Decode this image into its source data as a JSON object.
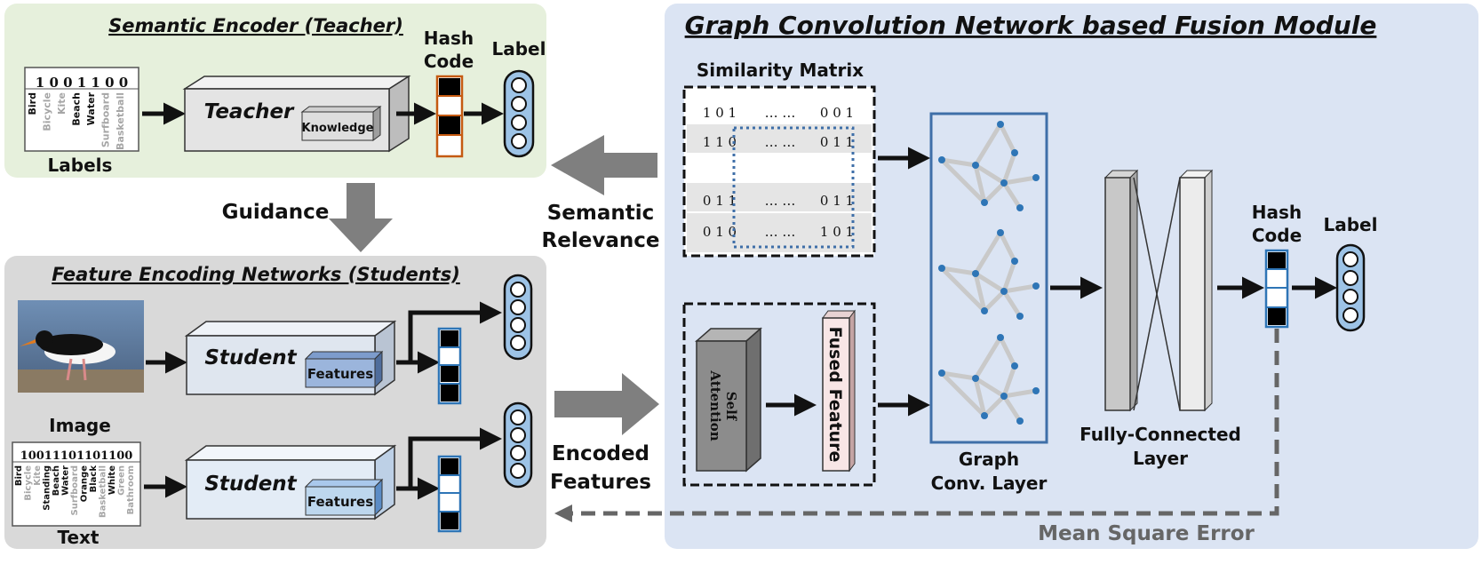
{
  "teacher_panel": {
    "title": "Semantic Encoder (Teacher)",
    "label_bits": "1 0 0 1 1 0 0",
    "label_words": [
      "Bird",
      "Bicycle",
      "Kite",
      "Beach",
      "Water",
      "Surfboard",
      "Basketball"
    ],
    "label_active": [
      true,
      false,
      false,
      true,
      true,
      false,
      false
    ],
    "labels_caption": "Labels",
    "teacher": "Teacher",
    "knowledge": "Knowledge",
    "hash_code": [
      "Hash",
      "Code"
    ],
    "label": "Label"
  },
  "guidance": "Guidance",
  "semantic_relevance": [
    "Semantic",
    "Relevance"
  ],
  "encoded_features": [
    "Encoded",
    "Features"
  ],
  "student_panel": {
    "title": "Feature Encoding Networks (Students)",
    "image_caption": "Image",
    "text_caption": "Text",
    "text_bits": "10011101101100",
    "text_words": [
      "Bird",
      "Bicycle",
      "Kite",
      "Standing",
      "Beach",
      "Water",
      "Surfboard",
      "Orange",
      "Black",
      "Basketball",
      "White",
      "Green",
      "Bathroom"
    ],
    "text_active": [
      true,
      false,
      false,
      true,
      true,
      true,
      false,
      true,
      true,
      false,
      true,
      false,
      false
    ],
    "student": "Student",
    "features": "Features"
  },
  "gcn_panel": {
    "title": "Graph Convolution Network based Fusion Module",
    "similarity_matrix": "Similarity Matrix",
    "matrix_rows": [
      [
        "1 0 1",
        "… …",
        "0 0 1"
      ],
      [
        "1 1 0",
        "… …",
        "0 1 1"
      ],
      [
        "",
        "",
        ""
      ],
      [
        "0 1 1",
        "… …",
        "0 1 1"
      ],
      [
        "0 1 0",
        "… …",
        "1 0 1"
      ]
    ],
    "self_attention": [
      "Self",
      "Attention"
    ],
    "fused_feature": "Fused Feature",
    "graph_conv": [
      "Graph",
      "Conv. Layer"
    ],
    "fully_connected": [
      "Fully-Connected",
      "Layer"
    ],
    "hash_code": [
      "Hash",
      "Code"
    ],
    "label": "Label",
    "mse": "Mean Square Error"
  },
  "colors": {
    "teacher_bg": "#e6f0dc",
    "student_bg": "#d9d9d9",
    "gcn_bg": "#dbe4f3",
    "node": "#2e75b6",
    "edge": "#c9c9c9",
    "arrow_gray": "#7f7f7f",
    "blue_border": "#3f6fa8",
    "hash_orange": "#c55a11"
  }
}
